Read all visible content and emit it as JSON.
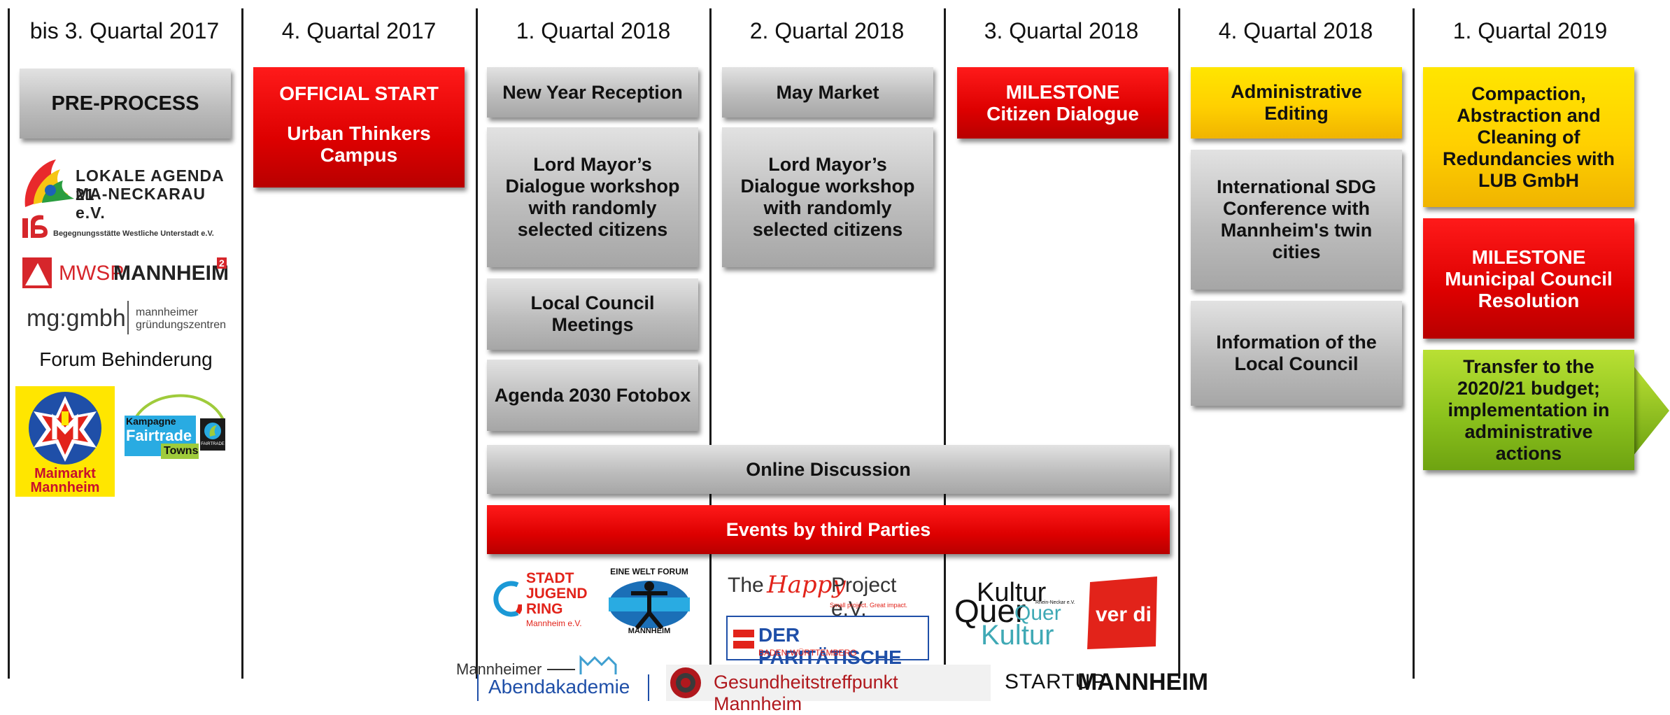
{
  "columns": [
    {
      "heading": "bis 3. Quartal 2017"
    },
    {
      "heading": "4. Quartal 2017"
    },
    {
      "heading": "1. Quartal 2018"
    },
    {
      "heading": "2. Quartal 2018"
    },
    {
      "heading": "3. Quartal 2018"
    },
    {
      "heading": "4. Quartal 2018"
    },
    {
      "heading": "1. Quartal 2019"
    }
  ],
  "boxes": {
    "pre_process": "PRE-PROCESS",
    "official_start_l1": "OFFICIAL START",
    "official_start_l2": "Urban Thinkers Campus",
    "new_year": "New Year Reception",
    "lord_mayor_q1": "Lord Mayor’s Dialogue workshop with randomly selected citizens",
    "local_council_meetings": "Local Council Meetings",
    "agenda_fotobox": "Agenda 2030 Fotobox",
    "may_market": "May Market",
    "lord_mayor_q2": "Lord Mayor’s Dialogue workshop with randomly selected citizens",
    "milestone_citizen_l1": "MILESTONE",
    "milestone_citizen_l2": "Citizen Dialogue",
    "admin_editing": "Administrative Editing",
    "sdg_conference": "International SDG Conference with Mannheim's twin cities",
    "info_council": "Information of the Local Council",
    "compaction": "Compaction, Abstraction and Cleaning of Redundancies with LUB GmbH",
    "milestone_council_l1": "MILESTONE",
    "milestone_council_l2": "Municipal Council Resolution",
    "transfer": "Transfer to the 2020/21 budget; implementation in administrative actions",
    "online_discussion": "Online Discussion",
    "events_third": "Events by third Parties"
  },
  "logos": {
    "lokale_agenda_l1": "LOKALE AGENDA 21",
    "lokale_agenda_l2": "MA-NECKARAU e.V.",
    "begegnung": "Begegnungsstätte Westliche Unterstadt e.V.",
    "mwsp_a": "MWSP",
    "mwsp_b": "MANNHEIM",
    "mwsp_sup": "2",
    "mg_gmbh": "mg:gmbh",
    "mg_sub1": "mannheimer",
    "mg_sub2": "gründungszentren",
    "forum": "Forum Behinderung",
    "maimarkt_l1": "Maimarkt",
    "maimarkt_l2": "Mannheim",
    "fairtrade_l1": "Kampagne",
    "fairtrade_l2": "Fairtrade",
    "fairtrade_l3": "Towns",
    "fairtrade_badge": "FAIRTRADE",
    "sjr_l1": "STADT",
    "sjr_l2": "JUGEND",
    "sjr_l3": "RING",
    "sjr_l4": "Mannheim e.V.",
    "ewf_top": "EINE WELT FORUM",
    "ewf_bottom": "MANNHEIM",
    "happy_a": "The",
    "happy_b": "Happy",
    "happy_c": "Project e.V.",
    "happy_tag": "Small project. Great impact.",
    "paritaet_a": "DER PARITÄTISCHE",
    "paritaet_b": "BADEN-WÜRTTEMBERG",
    "kqk_l1": "Kultur",
    "kqk_l2": "Quer",
    "kqk_l3": "Quer",
    "kqk_l4": "Kultur",
    "kqk_small": "Rhein-Neckar e.V.",
    "verdi": "ver di",
    "abend_l1": "Mannheimer",
    "abend_l2": "Abendakademie",
    "gesund": "Gesundheitstreffpunkt Mannheim",
    "startup_a": "STARTUP",
    "startup_b": "MANNHEIM"
  },
  "colors": {
    "red": "#dd0000",
    "grey": "#bdbdbd",
    "yellow": "#ffd000",
    "green": "#8cc21d"
  }
}
